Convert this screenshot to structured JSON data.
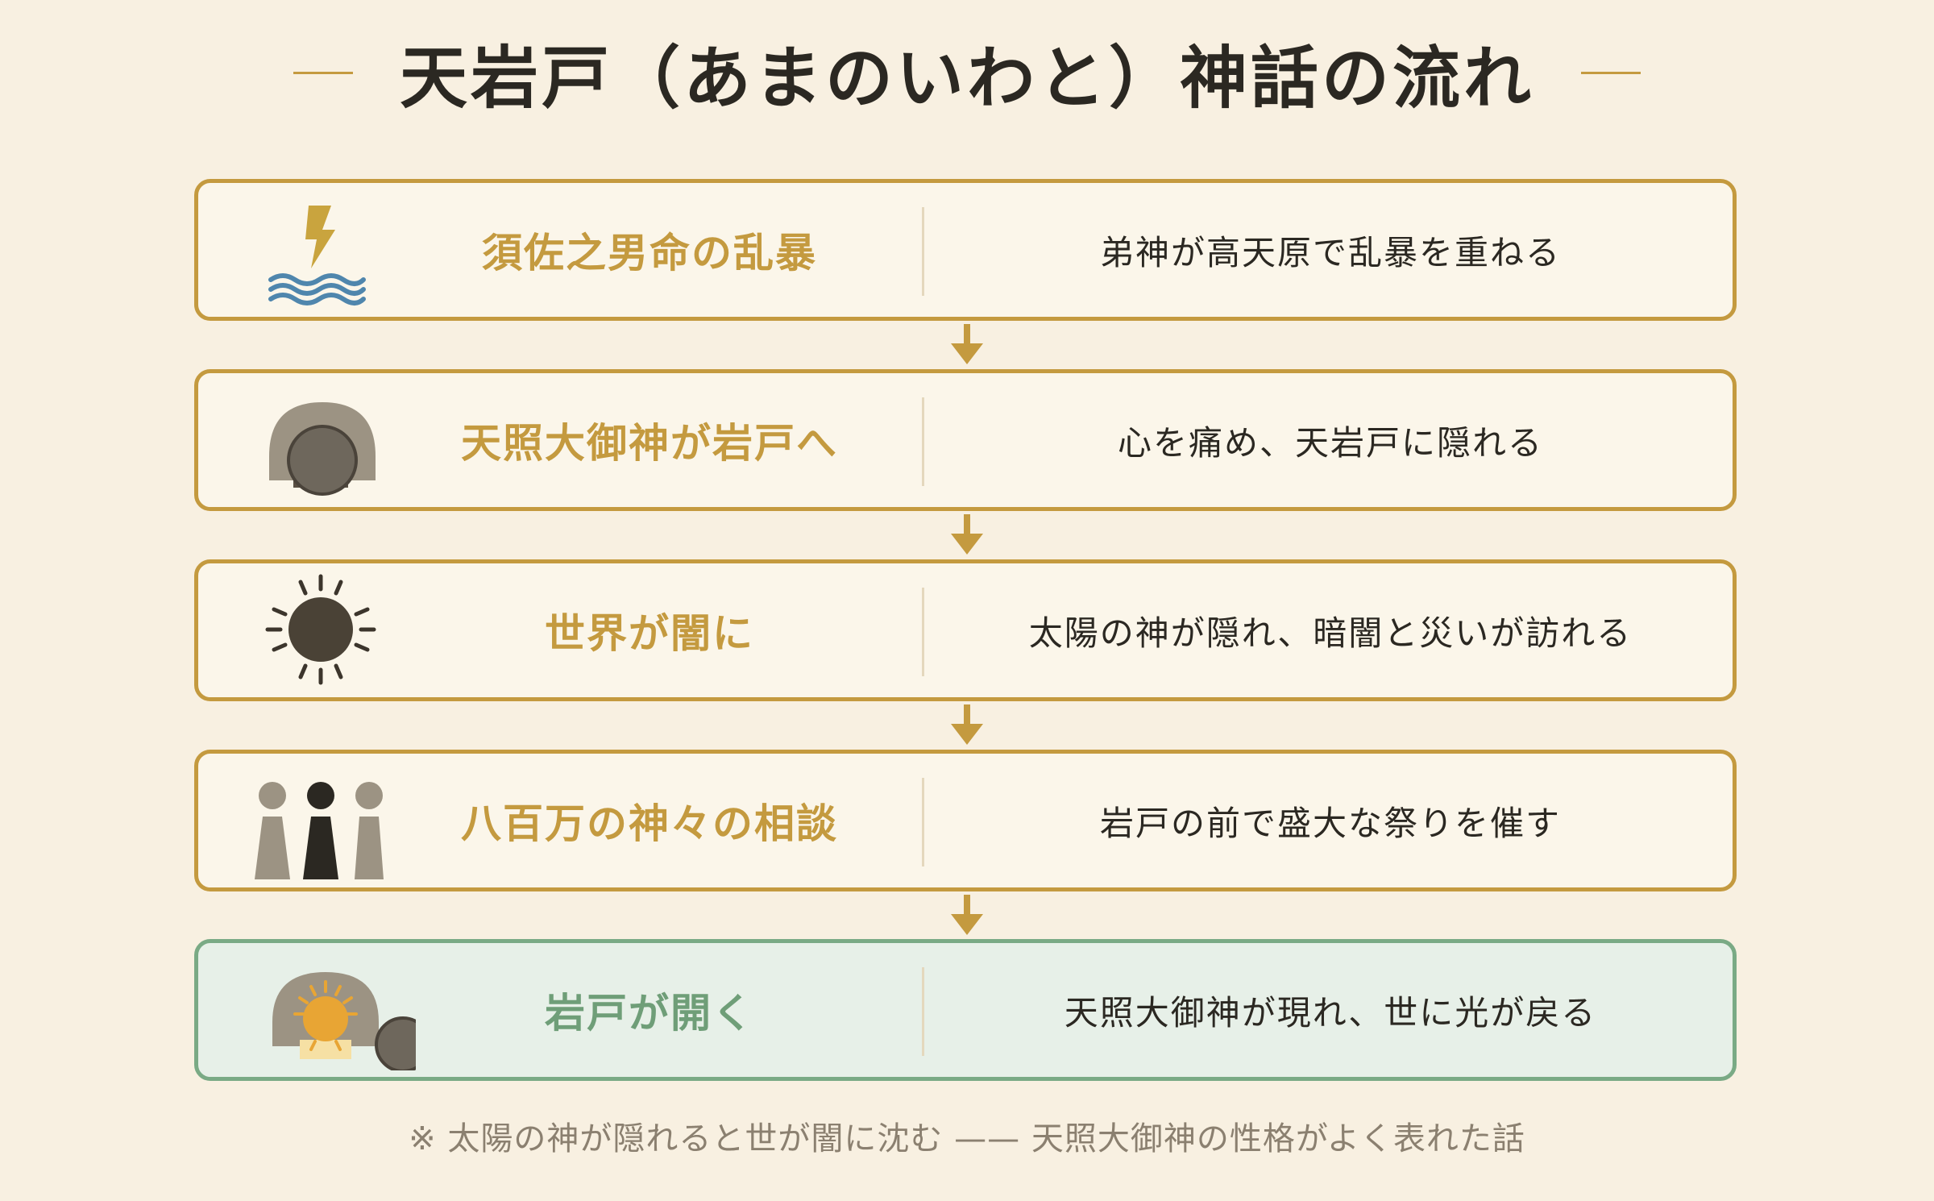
{
  "title": "天岩戸（あまのいわと）神話の流れ",
  "steps": [
    {
      "title": "須佐之男命の乱暴",
      "description": "弟神が高天原で乱暴を重ねる",
      "icon": "lightning-waves-icon"
    },
    {
      "title": "天照大御神が岩戸へ",
      "description": "心を痛め、天岩戸に隠れる",
      "icon": "cave-boulder-icon"
    },
    {
      "title": "世界が闇に",
      "description": "太陽の神が隠れ、暗闇と災いが訪れる",
      "icon": "dark-sun-icon"
    },
    {
      "title": "八百万の神々の相談",
      "description": "岩戸の前で盛大な祭りを催す",
      "icon": "gods-gathering-icon"
    },
    {
      "title": "岩戸が開く",
      "description": "天照大御神が現れ、世に光が戻る",
      "icon": "cave-sun-icon"
    }
  ],
  "footnote": "※ 太陽の神が隠れると世が闇に沈む —— 天照大御神の性格がよく表れた話",
  "colors": {
    "background": "#f8f0e1",
    "accent_gold": "#c49a3f",
    "final_green": "#7aaa85",
    "final_bg": "#e7f0e8",
    "text_dark": "#2b2822",
    "footnote_gray": "#8b8070"
  }
}
